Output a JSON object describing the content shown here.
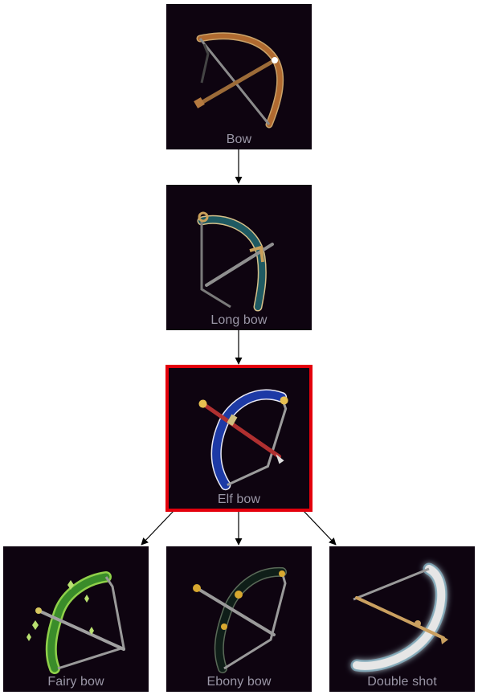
{
  "nodes": [
    {
      "id": "bow",
      "label": "Bow",
      "icon": "bow-icon",
      "selected": false
    },
    {
      "id": "long_bow",
      "label": "Long bow",
      "icon": "long-bow-icon",
      "selected": false
    },
    {
      "id": "elf_bow",
      "label": "Elf bow",
      "icon": "elf-bow-icon",
      "selected": true
    },
    {
      "id": "fairy_bow",
      "label": "Fairy bow",
      "icon": "fairy-bow-icon",
      "selected": false
    },
    {
      "id": "ebony_bow",
      "label": "Ebony bow",
      "icon": "ebony-bow-icon",
      "selected": false
    },
    {
      "id": "double_shot",
      "label": "Double shot",
      "icon": "double-shot-icon",
      "selected": false
    }
  ],
  "edges": [
    {
      "from": "bow",
      "to": "long_bow"
    },
    {
      "from": "long_bow",
      "to": "elf_bow"
    },
    {
      "from": "elf_bow",
      "to": "fairy_bow"
    },
    {
      "from": "elf_bow",
      "to": "ebony_bow"
    },
    {
      "from": "elf_bow",
      "to": "double_shot"
    }
  ],
  "colors": {
    "node_background": "#0e0410",
    "selected_border": "#e4000c",
    "label_text": "#9a96a6",
    "edge": "#000000"
  }
}
